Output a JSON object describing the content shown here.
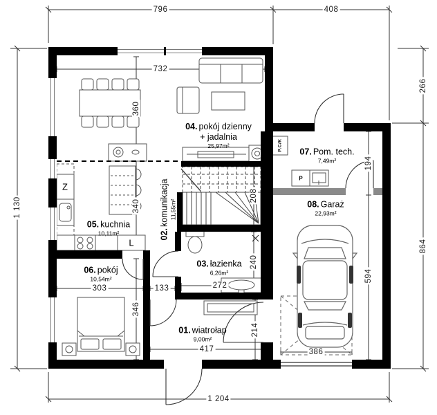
{
  "rooms": {
    "r01": {
      "num": "01.",
      "name": "wiatrołap",
      "area": "9,00m²"
    },
    "r02": {
      "num": "02.",
      "name": "komunikacja",
      "area": "11,55m²"
    },
    "r03": {
      "num": "03.",
      "name": "łazienka",
      "area": "6,26m²"
    },
    "r04": {
      "num": "04.",
      "name": "pokój dzienny",
      "name2": "+ jadalnia",
      "area": "25,97m²"
    },
    "r05": {
      "num": "05.",
      "name": "kuchnia",
      "area": "10,11m²"
    },
    "r06": {
      "num": "06.",
      "name": "pokój",
      "area": "10,54m²"
    },
    "r07": {
      "num": "07.",
      "name": "Pom. tech.",
      "area": "7,49m²"
    },
    "r08": {
      "num": "08.",
      "name": "Garaż",
      "area": "22,93m²"
    }
  },
  "dims": {
    "top_left": "796",
    "top_right": "408",
    "left": "1 130",
    "right_upper": "266",
    "right_lower": "864",
    "bottom": "1 204",
    "living_width": "732",
    "dining_depth": "360",
    "kitchen_depth": "340",
    "stair": "208",
    "room6_width": "303",
    "hall_width": "133",
    "room6_depth": "346",
    "bath_width": "272",
    "bath_depth": "240",
    "garage_door_side": "214",
    "entry_width": "417",
    "garage_door": "386",
    "garage_depth": "594",
    "tech_depth": "194"
  },
  "appliances": {
    "freezer": "Z",
    "fridge": "L",
    "boiler": "P.C/K",
    "washer": "P"
  },
  "colors": {
    "wall": "#000000",
    "gray_wall": "#8a8a8a",
    "furniture_line": "#555555",
    "dim_line": "#333333",
    "background": "#ffffff"
  }
}
